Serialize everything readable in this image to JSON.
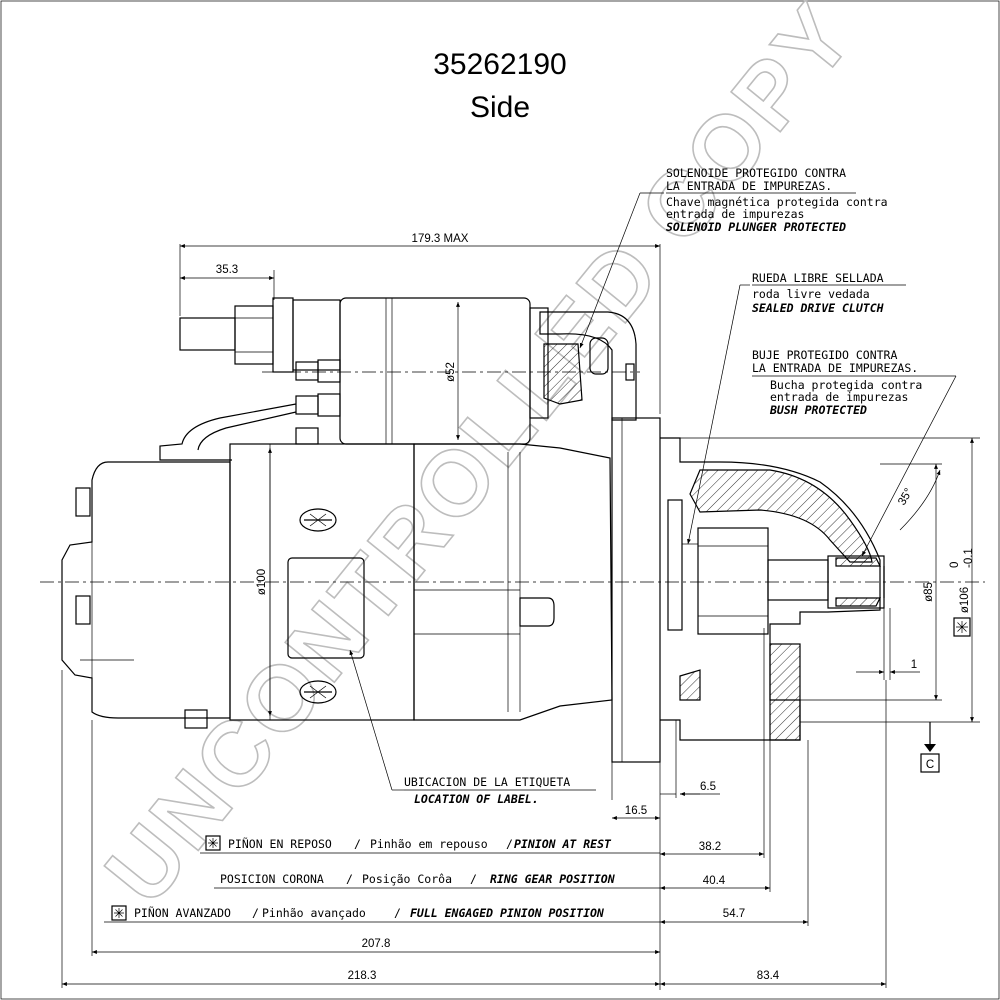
{
  "title": {
    "part_number": "35262190",
    "view": "Side"
  },
  "watermark": "UNCONTROLLED COPY",
  "callouts": {
    "solenoid": [
      "SOLENOIDE PROTEGIDO CONTRA",
      "LA ENTRADA DE IMPUREZAS.",
      "Chave magnética protegida contra",
      "entrada de impurezas",
      "SOLENOID PLUNGER PROTECTED"
    ],
    "clutch": [
      "RUEDA LIBRE SELLADA",
      "roda livre vedada",
      "SEALED DRIVE CLUTCH"
    ],
    "bush": [
      "BUJE PROTEGIDO CONTRA",
      "LA ENTRADA DE IMPUREZAS.",
      "Bucha protegida contra",
      "entrada de impurezas",
      "BUSH PROTECTED"
    ],
    "label": [
      "UBICACION DE LA ETIQUETA",
      "LOCATION OF LABEL."
    ]
  },
  "positions": {
    "rest": [
      "PIÑON EN REPOSO",
      "Pinhão em repouso",
      "PINION AT REST"
    ],
    "ring": [
      "POSICION CORONA",
      "Posição Corôa",
      "RING GEAR POSITION"
    ],
    "engaged": [
      "PIÑON AVANZADO",
      "Pinhão avançado",
      "FULL ENGAGED PINION POSITION"
    ]
  },
  "dimensions": {
    "max_length": "179.3 MAX",
    "terminal": "35.3",
    "solenoid_dia": "ø52",
    "body_dia": "ø100",
    "pilot_dia": "ø85",
    "flange_dia": "ø106",
    "flange_tol_upper": "0",
    "flange_tol_lower": "-0.1",
    "angle": "35°",
    "gap": "1",
    "datum": "C",
    "flange_offset": "6.5",
    "flange_thickness": "16.5",
    "pinion_rest": "38.2",
    "ring_gear": "40.4",
    "pinion_engaged": "54.7",
    "length_a": "207.8",
    "length_b": "218.3",
    "length_c": "83.4"
  }
}
